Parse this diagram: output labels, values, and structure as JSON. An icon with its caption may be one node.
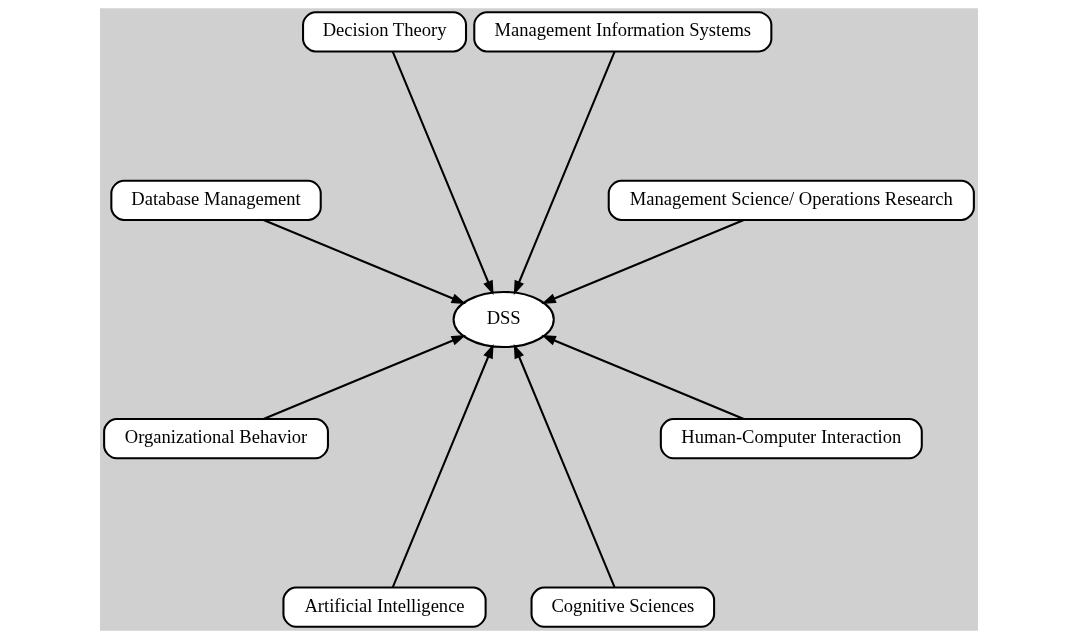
{
  "diagram": {
    "nodes": [
      {
        "text": [
          "Management Science/ Operations Research"
        ]
      },
      {
        "text": [
          "Management Information Systems"
        ]
      },
      {
        "text": [
          "Decision Theory"
        ]
      },
      {
        "text": [
          "Database Management"
        ]
      },
      {
        "text": [
          "DSS"
        ]
      },
      {
        "text": [
          "Organizational Behavior"
        ]
      },
      {
        "text": [
          "Artificial Intelligence"
        ]
      },
      {
        "text": [
          "Cognitive Sciences"
        ]
      },
      {
        "text": [
          "Human-Computer Interaction"
        ]
      }
    ],
    "edges": [
      {
        "from": 0,
        "to": 4,
        "arrow": "to"
      },
      {
        "from": 1,
        "to": 4,
        "arrow": "to"
      },
      {
        "from": 2,
        "to": 4,
        "arrow": "to"
      },
      {
        "from": 3,
        "to": 4,
        "arrow": "to"
      },
      {
        "from": 5,
        "to": 4,
        "arrow": "to"
      },
      {
        "from": 6,
        "to": 4,
        "arrow": "to"
      },
      {
        "from": 7,
        "to": 4,
        "arrow": "to"
      },
      {
        "from": 8,
        "to": 4,
        "arrow": "to"
      }
    ]
  }
}
